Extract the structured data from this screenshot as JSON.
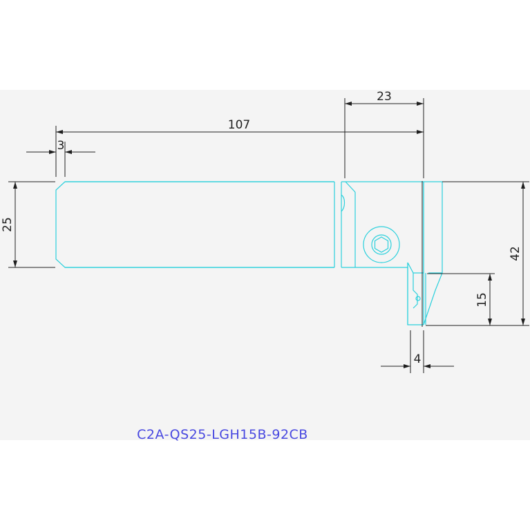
{
  "drawing": {
    "part_number": "C2A-QS25-LGH15B-92CB",
    "colors": {
      "background": "#f4f4f4",
      "outline": "#2ad0dc",
      "dimension": "#1f1f1f",
      "label": "#4848e0"
    }
  },
  "dimensions": {
    "overall_length": "107",
    "head_length": "23",
    "chamfer": "3",
    "shank_height": "25",
    "total_height": "42",
    "cut_depth": "15",
    "blade_width": "4"
  }
}
